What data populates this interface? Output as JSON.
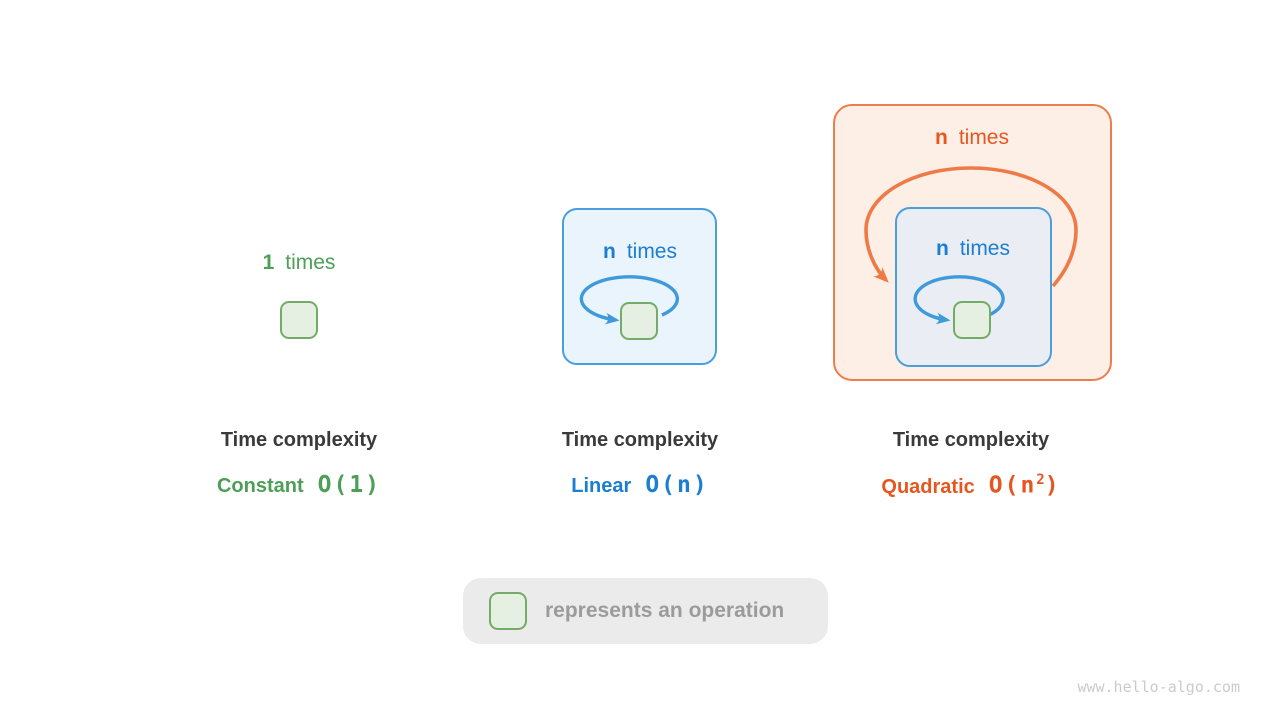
{
  "watermark": "www.hello-algo.com",
  "legend": {
    "label": "represents an operation"
  },
  "columns": [
    {
      "times_count": "1",
      "times_word": "times",
      "title": "Time complexity",
      "name": "Constant",
      "big_o": "O(1)"
    },
    {
      "times_count": "n",
      "times_word": "times",
      "title": "Time complexity",
      "name": "Linear",
      "big_o": "O(n)"
    },
    {
      "outer_times_count": "n",
      "outer_times_word": "times",
      "times_count": "n",
      "times_word": "times",
      "title": "Time complexity",
      "name": "Quadratic",
      "big_o_prefix": "O(n",
      "big_o_sup": "2",
      "big_o_suffix": ")"
    }
  ],
  "colors": {
    "green_text": "#4d9e56",
    "green_box_border": "#74ab68",
    "green_box_fill": "#e5f0e3",
    "blue_text": "#1b7ed2",
    "blue_border": "#4a9ed9",
    "blue_frame_fill": "#eaf4fc",
    "blue_inner_frame_fill": "#eaeef4",
    "blue_arrow": "#3e9ada",
    "orange_text": "#e65720",
    "orange_border": "#ee7d4e",
    "orange_frame_fill": "#fdeee6",
    "orange_arrow": "#ee7a47",
    "heading_text": "#3a3a3a",
    "legend_background": "#ebebeb",
    "legend_text": "#9b9b9b",
    "watermark_text": "#cbcbcb"
  }
}
